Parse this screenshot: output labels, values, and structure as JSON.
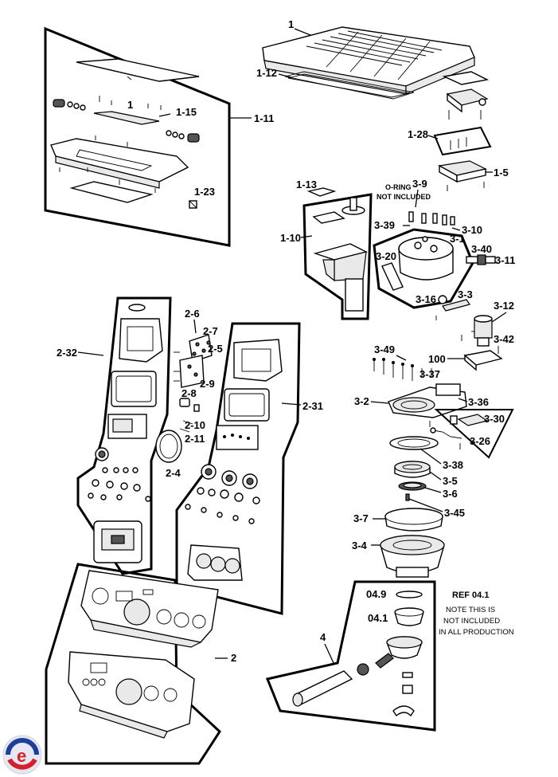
{
  "diagram": {
    "labels": {
      "p1": "1",
      "p1_12": "1-12",
      "p1_11": "1-11",
      "p1_15": "1-15",
      "p1_23": "1-23",
      "p1_28": "1-28",
      "p1_5": "1-5",
      "p1_13": "1-13",
      "p1_10": "1-10",
      "p3_9": "3-9",
      "p3_39": "3-39",
      "p3_10": "3-10",
      "p3_1": "3-1",
      "p3_40": "3-40",
      "p3_11": "3-11",
      "p3_20": "3-20",
      "p3_16": "3-16",
      "p3_3": "3-3",
      "p3_12": "3-12",
      "p3_42": "3-42",
      "p100": "100",
      "p3_49": "3-49",
      "p3_37": "3-37",
      "p3_2": "3-2",
      "p3_36": "3-36",
      "p3_30": "3-30",
      "p3_26": "3-26",
      "p3_38": "3-38",
      "p3_5": "3-5",
      "p3_6": "3-6",
      "p3_45": "3-45",
      "p3_7": "3-7",
      "p3_4": "3-4",
      "p2_6": "2-6",
      "p2_7": "2-7",
      "p2_5": "2-5",
      "p2_9": "2-9",
      "p2_8": "2-8",
      "p2_10": "2-10",
      "p2_11": "2-11",
      "p2_4": "2-4",
      "p2_32": "2-32",
      "p2_31": "2-31",
      "p2": "2",
      "p4": "4",
      "p04_9": "04.9",
      "p04_1": "04.1"
    },
    "notes": {
      "oring_line1": "O-RING",
      "oring_line2": "NOT INCLUDED",
      "ref_title": "REF 04.1",
      "ref_line1": "NOTE THIS IS",
      "ref_line2": "NOT INCLUDED",
      "ref_line3": "IN ALL PRODUCTION"
    },
    "logo_letter": "e"
  }
}
